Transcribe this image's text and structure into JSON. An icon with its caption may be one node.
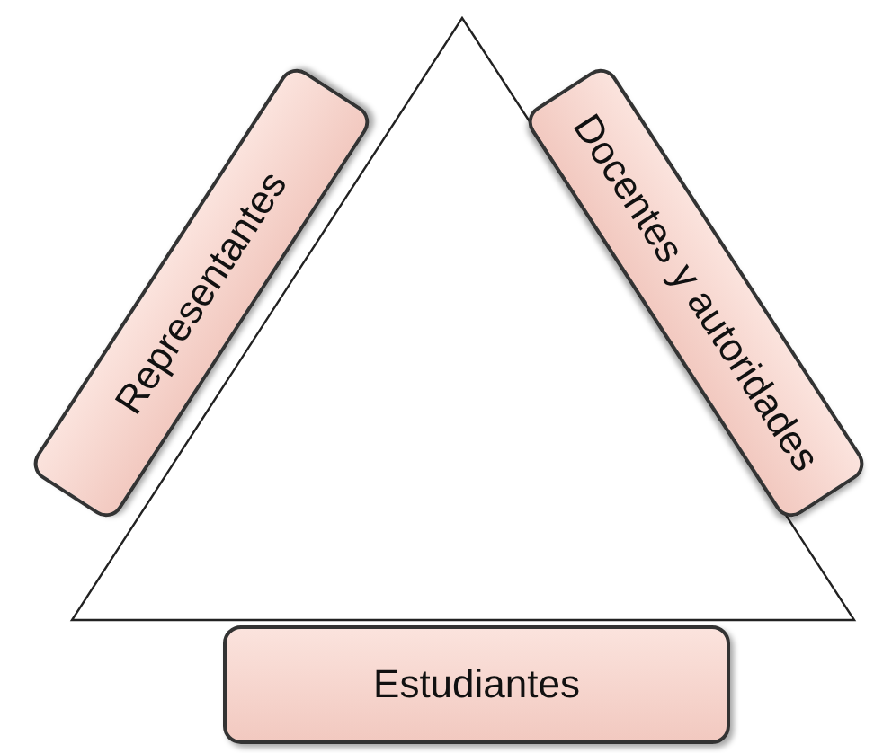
{
  "diagram": {
    "nodes": [
      {
        "text": [],
        "shape": "triangle"
      },
      {
        "text": [
          "Representantes"
        ]
      },
      {
        "text": [
          "Docentes y autoridades"
        ]
      },
      {
        "text": [
          "Estudiantes"
        ]
      }
    ]
  }
}
